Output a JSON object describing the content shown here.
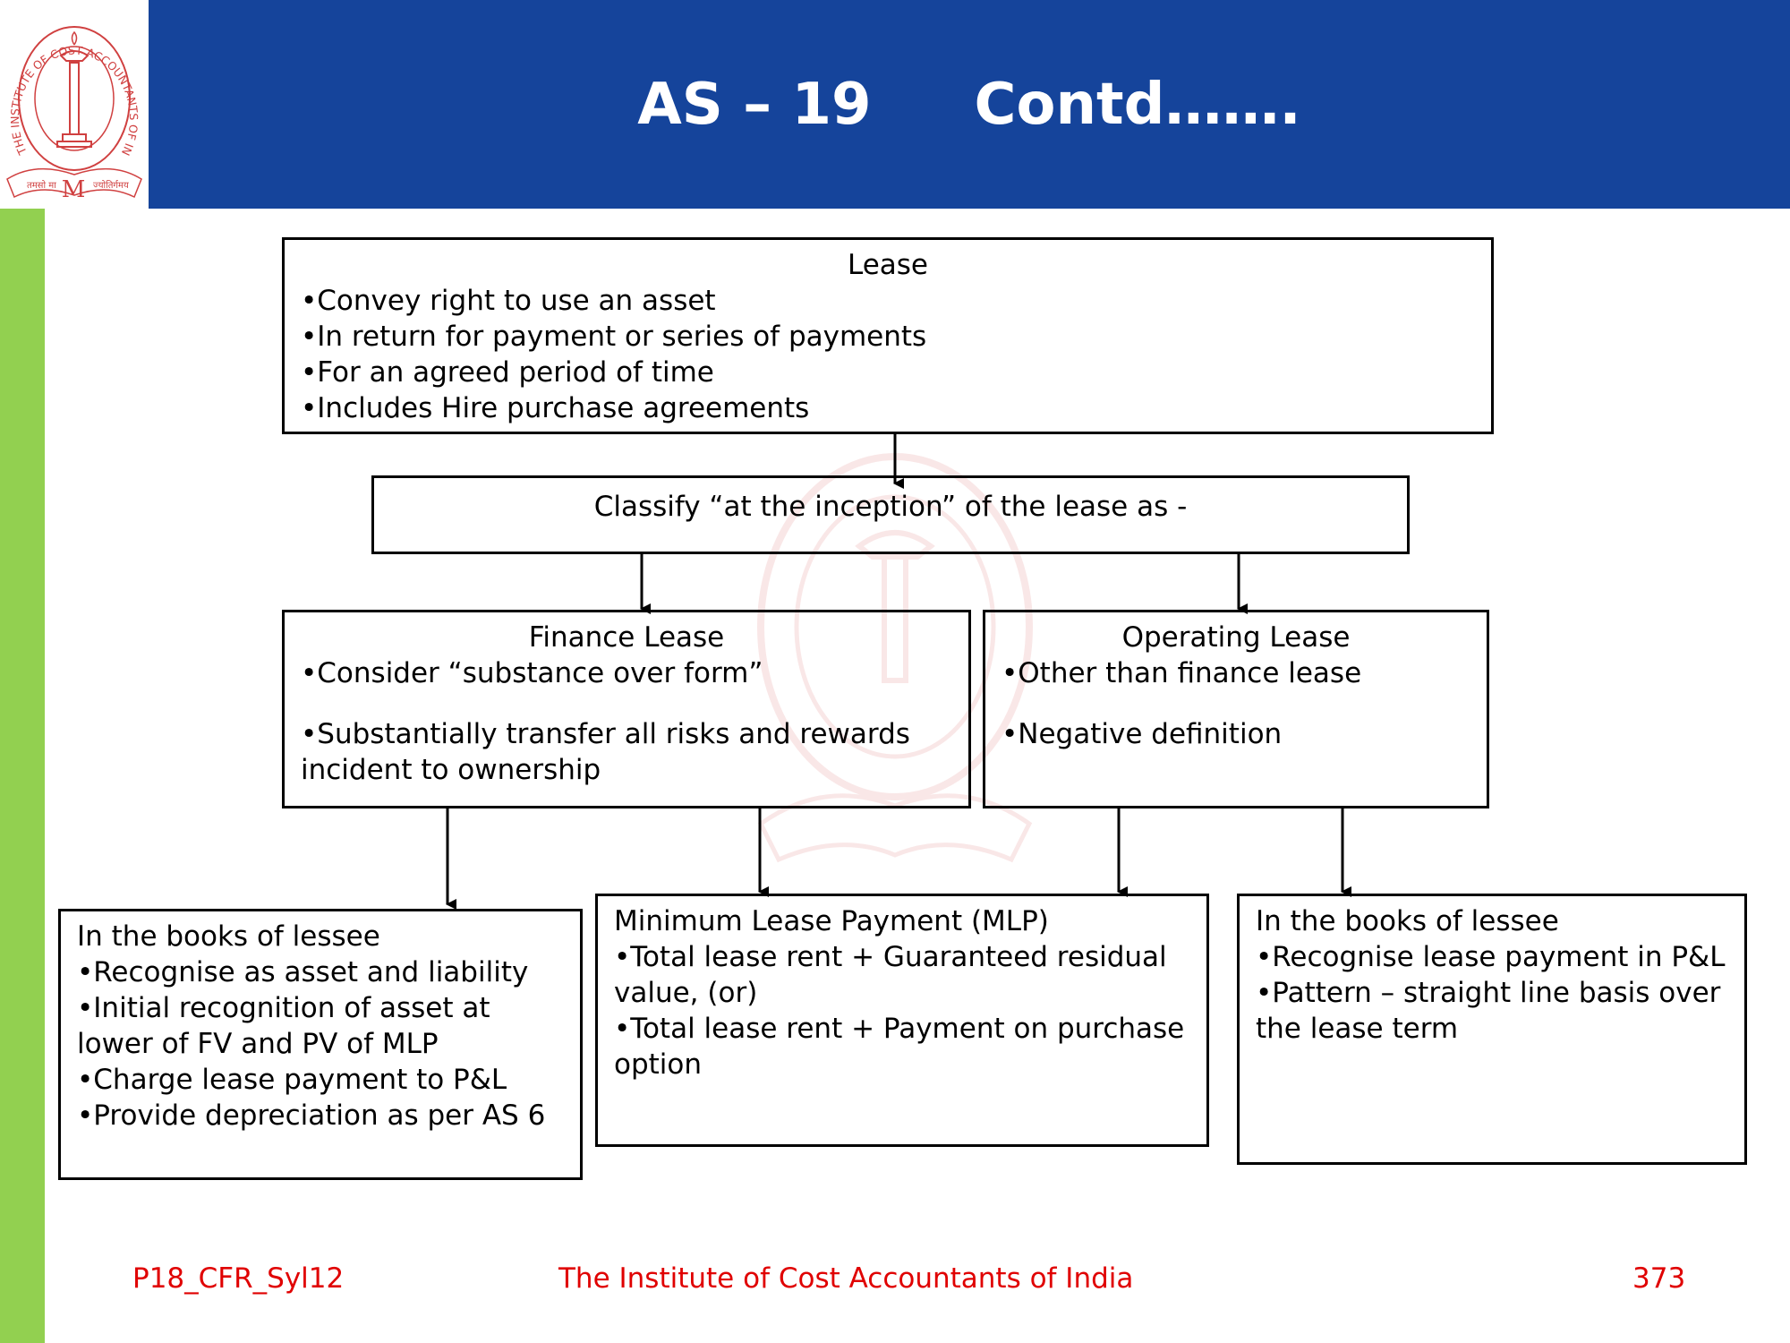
{
  "slide": {
    "title_left": "AS – 19",
    "title_right": "Contd…….",
    "colors": {
      "header": "#15449b",
      "sidebar": "#92d050",
      "footer_text": "#e00000",
      "logo": "#d04040"
    }
  },
  "logo": {
    "ring_text": "THE INSTITUTE OF COST ACCOUNTANTS OF INDIA",
    "motto_left": "तमसो मा",
    "motto_right": "ज्योतिर्गमय",
    "monogram": "M"
  },
  "diagram": {
    "lease": {
      "heading": "Lease",
      "bullets": [
        "•Convey right to use an asset",
        "•In return for payment or series of payments",
        "•For an agreed period of time",
        "•Includes Hire purchase agreements"
      ]
    },
    "classify": {
      "text": "Classify “at the inception” of the lease as -"
    },
    "finance": {
      "heading": "Finance Lease",
      "bullet1": "•Consider “substance over form”",
      "bullet2": "•Substantially transfer all risks and rewards incident to ownership"
    },
    "operating": {
      "heading": "Operating Lease",
      "bullet1": "•Other than finance lease",
      "bullet2": "•Negative definition"
    },
    "lessee_finance": {
      "heading": "In the books of lessee",
      "bullets": [
        "•Recognise as asset and liability",
        "•Initial recognition of asset at lower of FV and PV of MLP",
        "•Charge lease payment to P&L",
        "•Provide depreciation as per AS 6"
      ]
    },
    "mlp": {
      "heading": "Minimum Lease Payment (MLP)",
      "bullets": [
        "•Total lease rent + Guaranteed residual value, (or)",
        "•Total lease rent + Payment on purchase option"
      ]
    },
    "lessee_operating": {
      "heading": "In the books of lessee",
      "bullets": [
        "•Recognise lease payment in P&L",
        "•Pattern – straight line basis over the lease term"
      ]
    }
  },
  "footer": {
    "code": "P18_CFR_Syl12",
    "institute": "The Institute of Cost Accountants of India",
    "page": "373"
  }
}
